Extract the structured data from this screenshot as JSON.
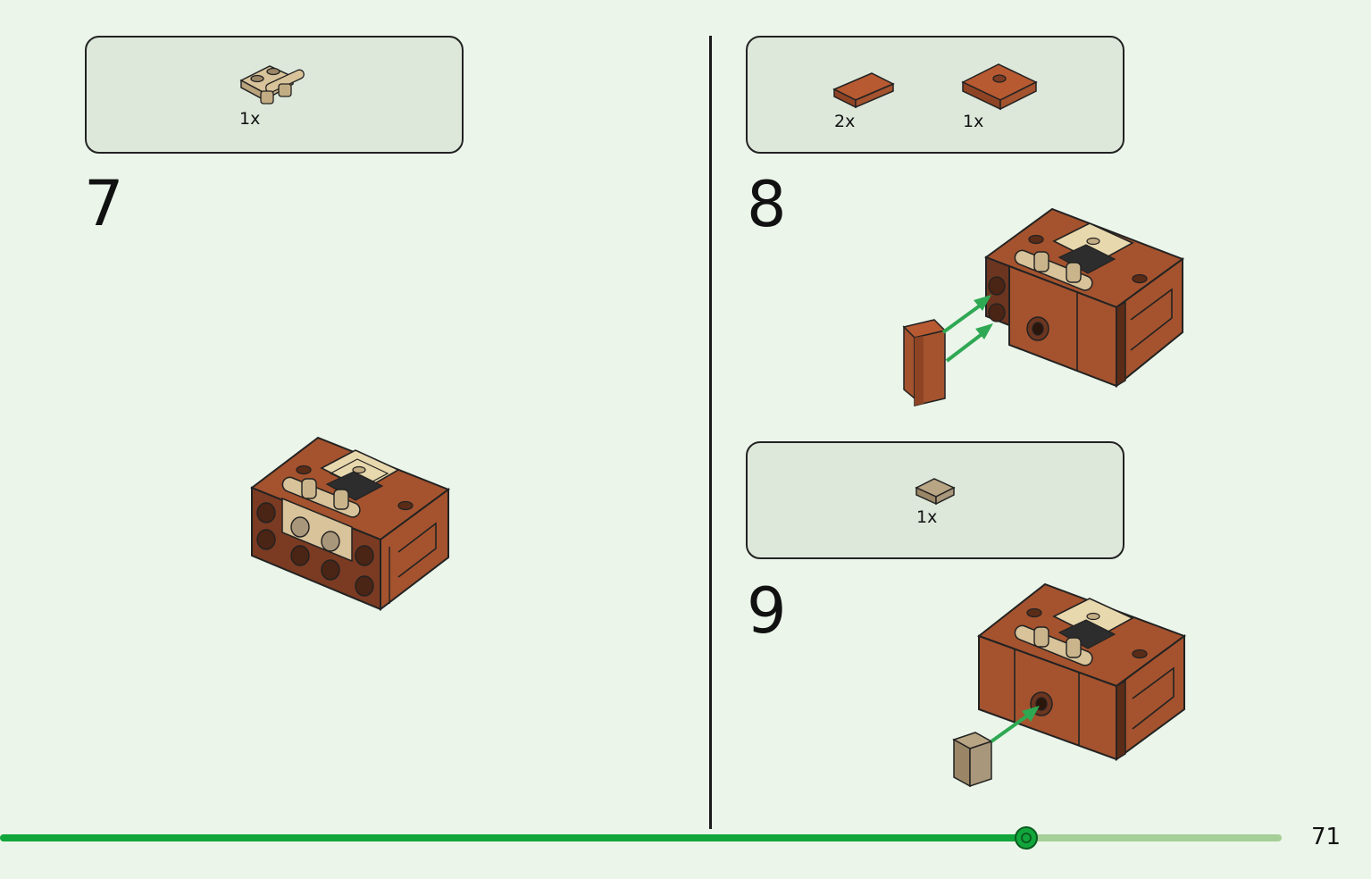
{
  "steps": [
    {
      "number": "7",
      "parts": [
        {
          "qty": "1x",
          "icon": "tan-plate-with-clips-icon"
        }
      ]
    },
    {
      "number": "8",
      "parts": [
        {
          "qty": "2x",
          "icon": "reddish-brown-tile-1x2-icon"
        },
        {
          "qty": "1x",
          "icon": "reddish-brown-plate-2x2-with-stud-icon"
        }
      ]
    },
    {
      "number": "9",
      "parts": [
        {
          "qty": "1x",
          "icon": "dark-tan-tile-1x1-icon"
        }
      ]
    }
  ],
  "page_number": "71",
  "progress": {
    "value": 0.801
  },
  "colors": {
    "background": "#ebf5ea",
    "parts_box": "#dde8da",
    "reddish_brown": "#a4532e",
    "dark_brown": "#6b3520",
    "tan": "#d8c39a",
    "dark_tan": "#a9977b",
    "arrow_green": "#2fa853",
    "progress_green": "#11a63b",
    "progress_track": "#a4cf97"
  }
}
